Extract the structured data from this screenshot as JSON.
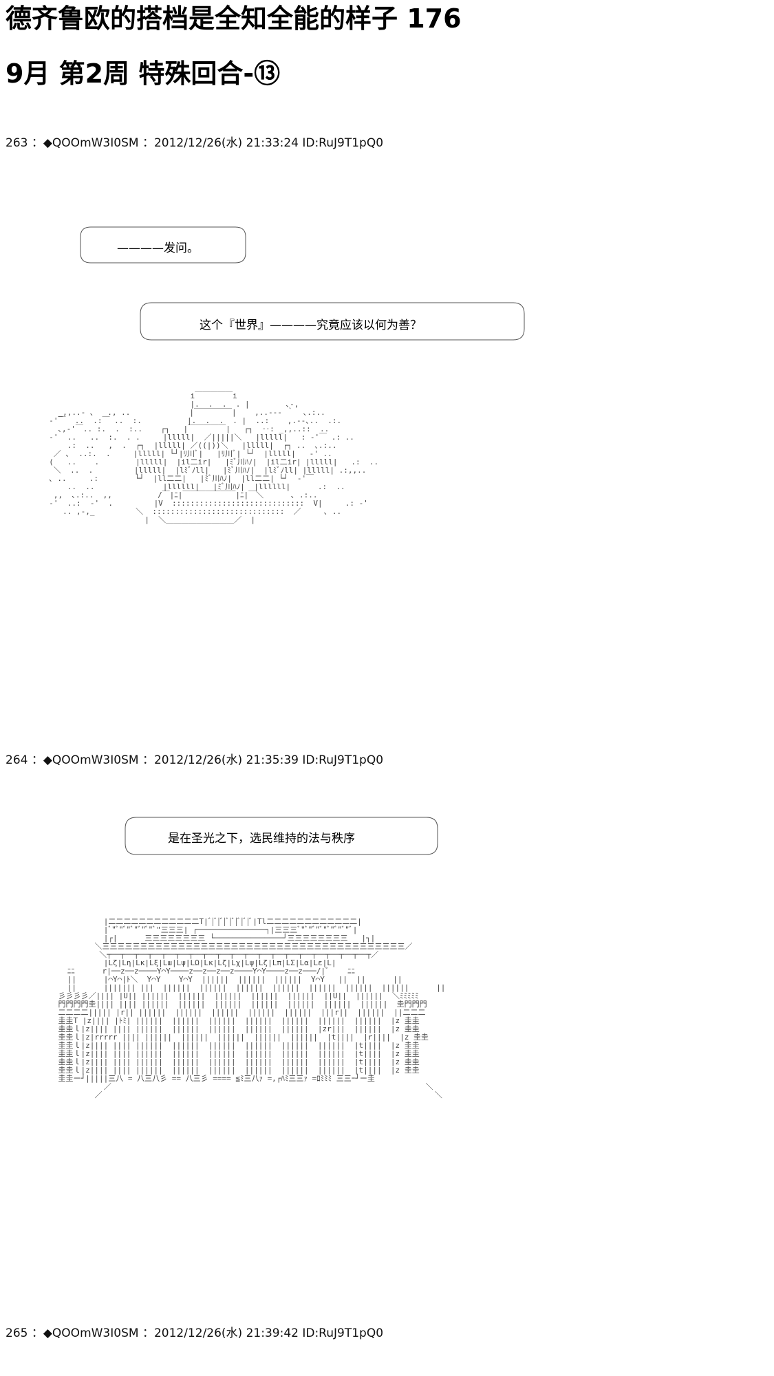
{
  "page": {
    "title_line1": "德齐鲁欧的搭档是全知全能的样子  176",
    "title_line2": "9月  第2周  特殊回合-⑬"
  },
  "posts": [
    {
      "header": "263 ：◆QOOmW3I0SM ：2012/12/26(水) 21:33:24 ID:RuJ9T1pQ0",
      "bubbles": [
        "————发问。",
        "这个『世界』————究竟应该以何为善？"
      ]
    },
    {
      "header": "264 ：◆QOOmW3I0SM ：2012/12/26(水) 21:35:39 ID:RuJ9T1pQ0",
      "bubbles": [
        "是在圣光之下，选民维持的法与秩序"
      ]
    },
    {
      "header": "265 ：◆QOOmW3I0SM ：2012/12/26(水) 21:39:42 ID:RuJ9T1pQ0",
      "bubbles": []
    }
  ]
}
